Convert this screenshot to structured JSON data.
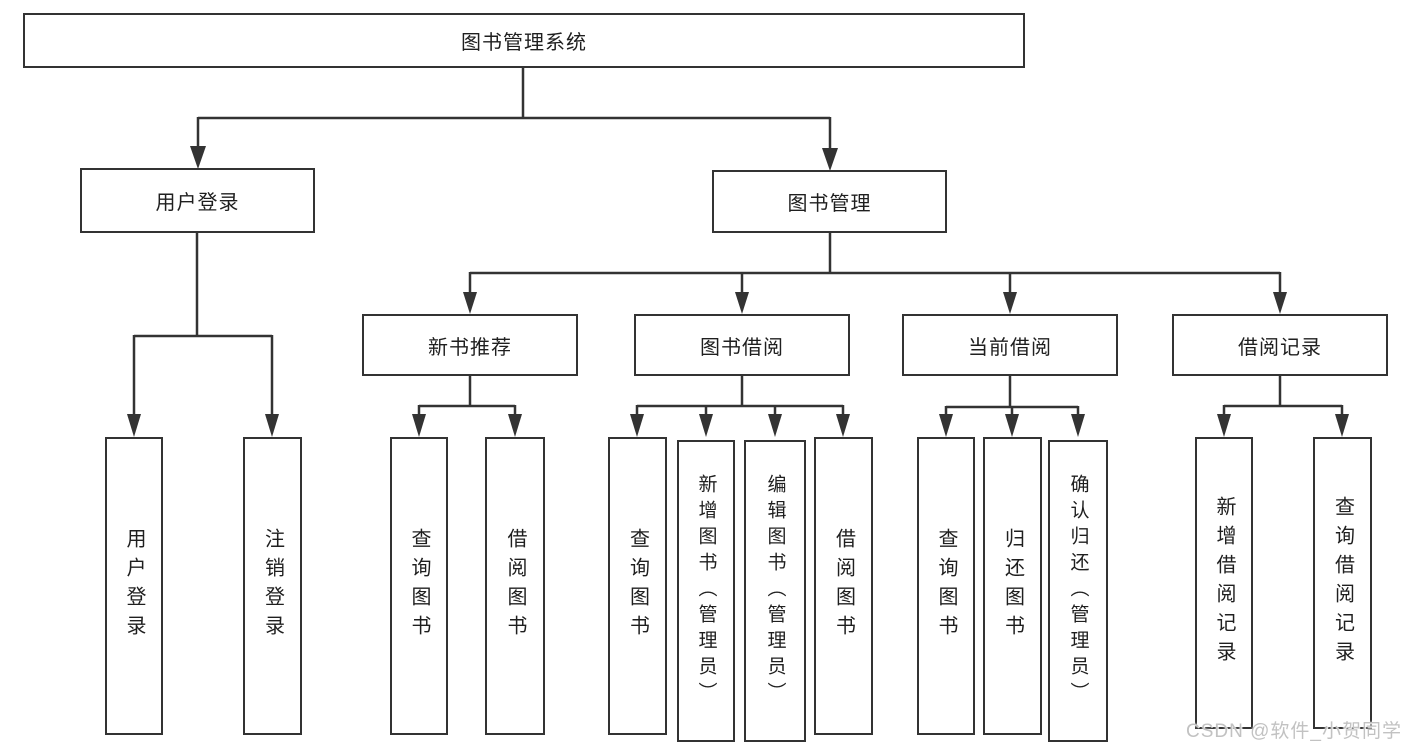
{
  "diagram": {
    "root": {
      "label": "图书管理系统"
    },
    "level2": [
      {
        "label": "用户登录"
      },
      {
        "label": "图书管理"
      }
    ],
    "level3": [
      {
        "label": "新书推荐"
      },
      {
        "label": "图书借阅"
      },
      {
        "label": "当前借阅"
      },
      {
        "label": "借阅记录"
      }
    ],
    "level4": [
      {
        "label": "用户登录"
      },
      {
        "label": "注销登录"
      },
      {
        "label": "查询图书"
      },
      {
        "label": "借阅图书"
      },
      {
        "label": "查询图书"
      },
      {
        "label": "新增图书（管理员）"
      },
      {
        "label": "编辑图书（管理员）"
      },
      {
        "label": "借阅图书"
      },
      {
        "label": "查询图书"
      },
      {
        "label": "归还图书"
      },
      {
        "label": "确认归还（管理员）"
      },
      {
        "label": "新增借阅记录"
      },
      {
        "label": "查询借阅记录"
      }
    ],
    "watermark": "CSDN @软件_小贺同学",
    "colors": {
      "line": "#333333",
      "text": "#1f1f1f",
      "background": "#ffffff",
      "watermark": "#c2c2c2"
    }
  }
}
